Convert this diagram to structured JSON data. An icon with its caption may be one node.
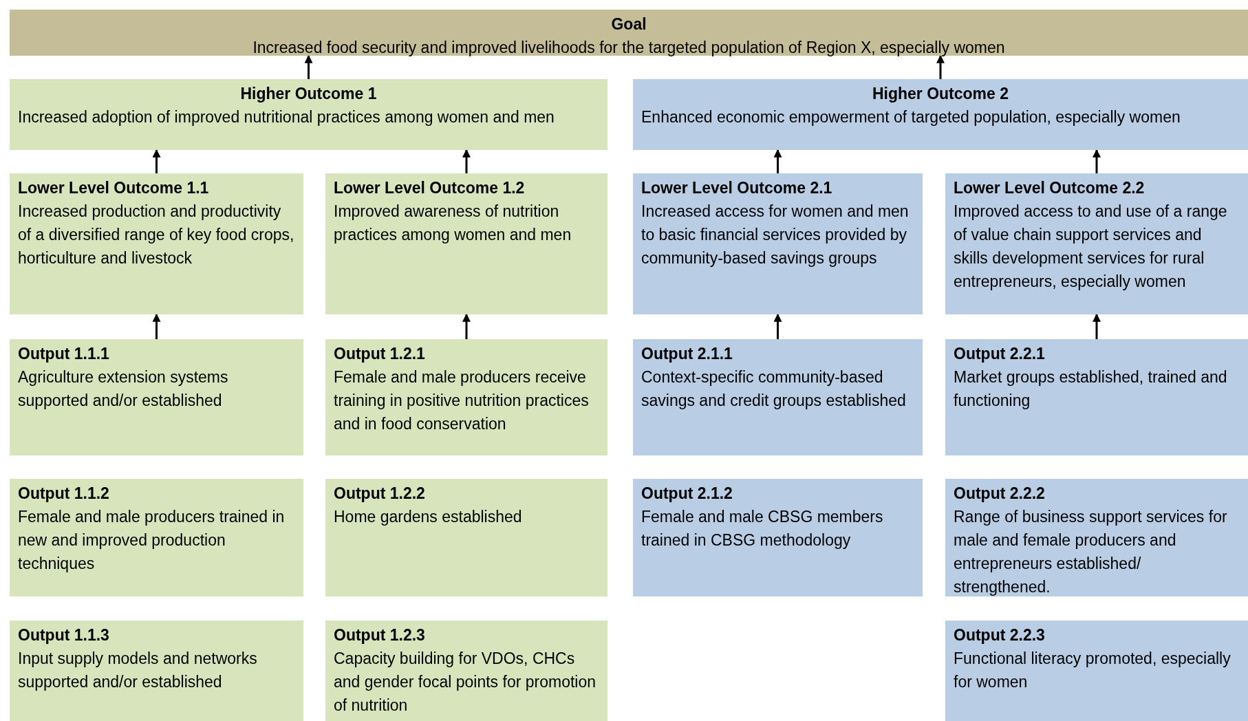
{
  "diagram": {
    "nodes": [
      {
        "text": [
          "Goal",
          "Increased food security and improved livelihoods for the targeted population of Region X, especially women"
        ]
      },
      {
        "text": [
          "Higher Outcome 1",
          "Increased adoption of improved nutritional practices among women and men"
        ]
      },
      {
        "text": [
          "Higher Outcome 2",
          "Enhanced economic empowerment of targeted population, especially women"
        ]
      },
      {
        "text": [
          "Lower Level Outcome 1.1",
          "Increased production and productivity of a diversified range of key food crops, horticulture and livestock"
        ]
      },
      {
        "text": [
          "Lower Level Outcome 1.2",
          "Improved awareness of nutrition practices among women and men"
        ]
      },
      {
        "text": [
          "Lower Level Outcome 2.1",
          "Increased access for women and men to basic financial services provided by community-based savings groups"
        ]
      },
      {
        "text": [
          "Lower Level Outcome 2.2",
          "Improved access to and use of a range of value chain support services and skills development services for rural entrepreneurs, especially women"
        ]
      },
      {
        "text": [
          "Output 1.1.1",
          "Agriculture extension systems supported and/or established"
        ]
      },
      {
        "text": [
          "Output 1.2.1",
          "Female and male producers receive training in positive nutrition practices and in food conservation"
        ]
      },
      {
        "text": [
          "Output 2.1.1",
          "Context-specific community-based savings and credit groups established"
        ]
      },
      {
        "text": [
          "Output 2.2.1",
          "Market groups established, trained and functioning"
        ]
      },
      {
        "text": [
          "Output 1.1.2",
          "Female and male producers trained in new and improved production techniques"
        ]
      },
      {
        "text": [
          "Output 1.2.2",
          "Home gardens established"
        ]
      },
      {
        "text": [
          "Output 2.1.2",
          "Female and male CBSG members trained in CBSG methodology"
        ]
      },
      {
        "text": [
          "Output 2.2.2",
          "Range of business support services for male and female producers and entrepreneurs established/ strengthened."
        ]
      },
      {
        "text": [
          "Output 1.1.3",
          "Input supply models and networks supported and/or established"
        ]
      },
      {
        "text": [
          "Output 1.2.3",
          "Capacity building for VDOs, CHCs and gender focal points for promotion of nutrition"
        ]
      },
      {
        "text": [
          "Output 2.2.3",
          "Functional literacy promoted, especially for women"
        ]
      }
    ],
    "edges": [
      {
        "from": 1,
        "to": 0,
        "arrow": "to"
      },
      {
        "from": 2,
        "to": 0,
        "arrow": "to"
      },
      {
        "from": 3,
        "to": 1,
        "arrow": "to"
      },
      {
        "from": 4,
        "to": 1,
        "arrow": "to"
      },
      {
        "from": 5,
        "to": 2,
        "arrow": "to"
      },
      {
        "from": 6,
        "to": 2,
        "arrow": "to"
      },
      {
        "from": 7,
        "to": 3,
        "arrow": "to"
      },
      {
        "from": 8,
        "to": 4,
        "arrow": "to"
      },
      {
        "from": 9,
        "to": 5,
        "arrow": "to"
      },
      {
        "from": 10,
        "to": 6,
        "arrow": "to"
      }
    ]
  }
}
